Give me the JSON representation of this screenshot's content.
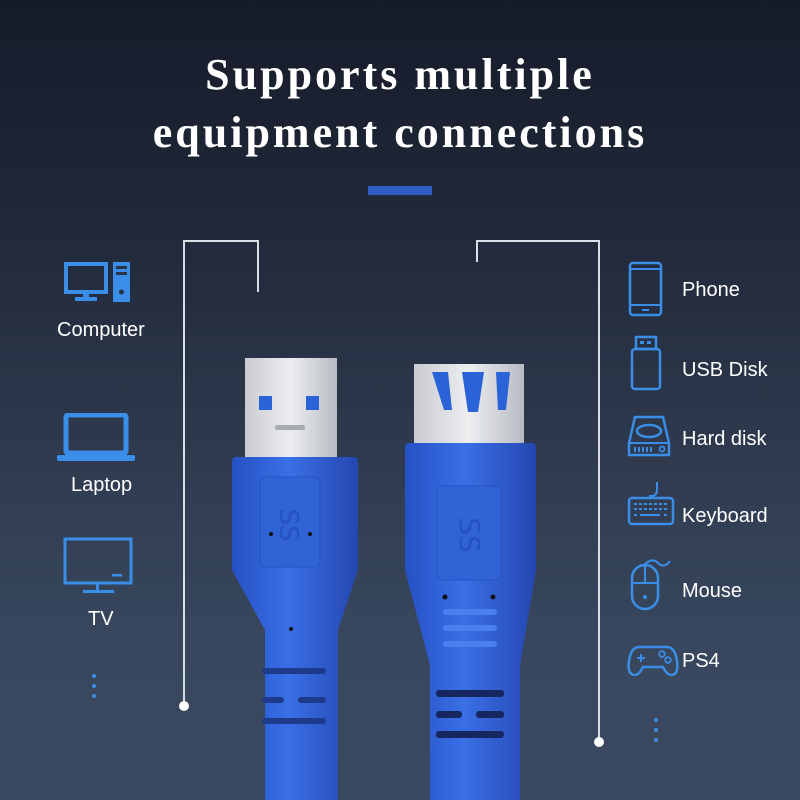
{
  "header": {
    "title_line1": "Supports multiple",
    "title_line2": "equipment connections",
    "accent_color": "#2d5ec4"
  },
  "left_devices": [
    {
      "label": "Computer",
      "icon": "desktop-computer-icon"
    },
    {
      "label": "Laptop",
      "icon": "laptop-icon"
    },
    {
      "label": "TV",
      "icon": "tv-icon"
    }
  ],
  "right_devices": [
    {
      "label": "Phone",
      "icon": "phone-icon"
    },
    {
      "label": "USB Disk",
      "icon": "usb-disk-icon"
    },
    {
      "label": "Hard disk",
      "icon": "hard-disk-icon"
    },
    {
      "label": "Keyboard",
      "icon": "keyboard-icon"
    },
    {
      "label": "Mouse",
      "icon": "mouse-icon"
    },
    {
      "label": "PS4",
      "icon": "gamepad-icon"
    }
  ],
  "more_indicator": "more-dots",
  "product": {
    "description": "USB 3.0 extension cable, male A and female A connectors",
    "cable_color": "#2f63d6",
    "usb_logo_text": "SS"
  },
  "colors": {
    "icon_blue": "#3a8ee8",
    "background_top": "#161b29",
    "background_bottom": "#3a4960"
  }
}
